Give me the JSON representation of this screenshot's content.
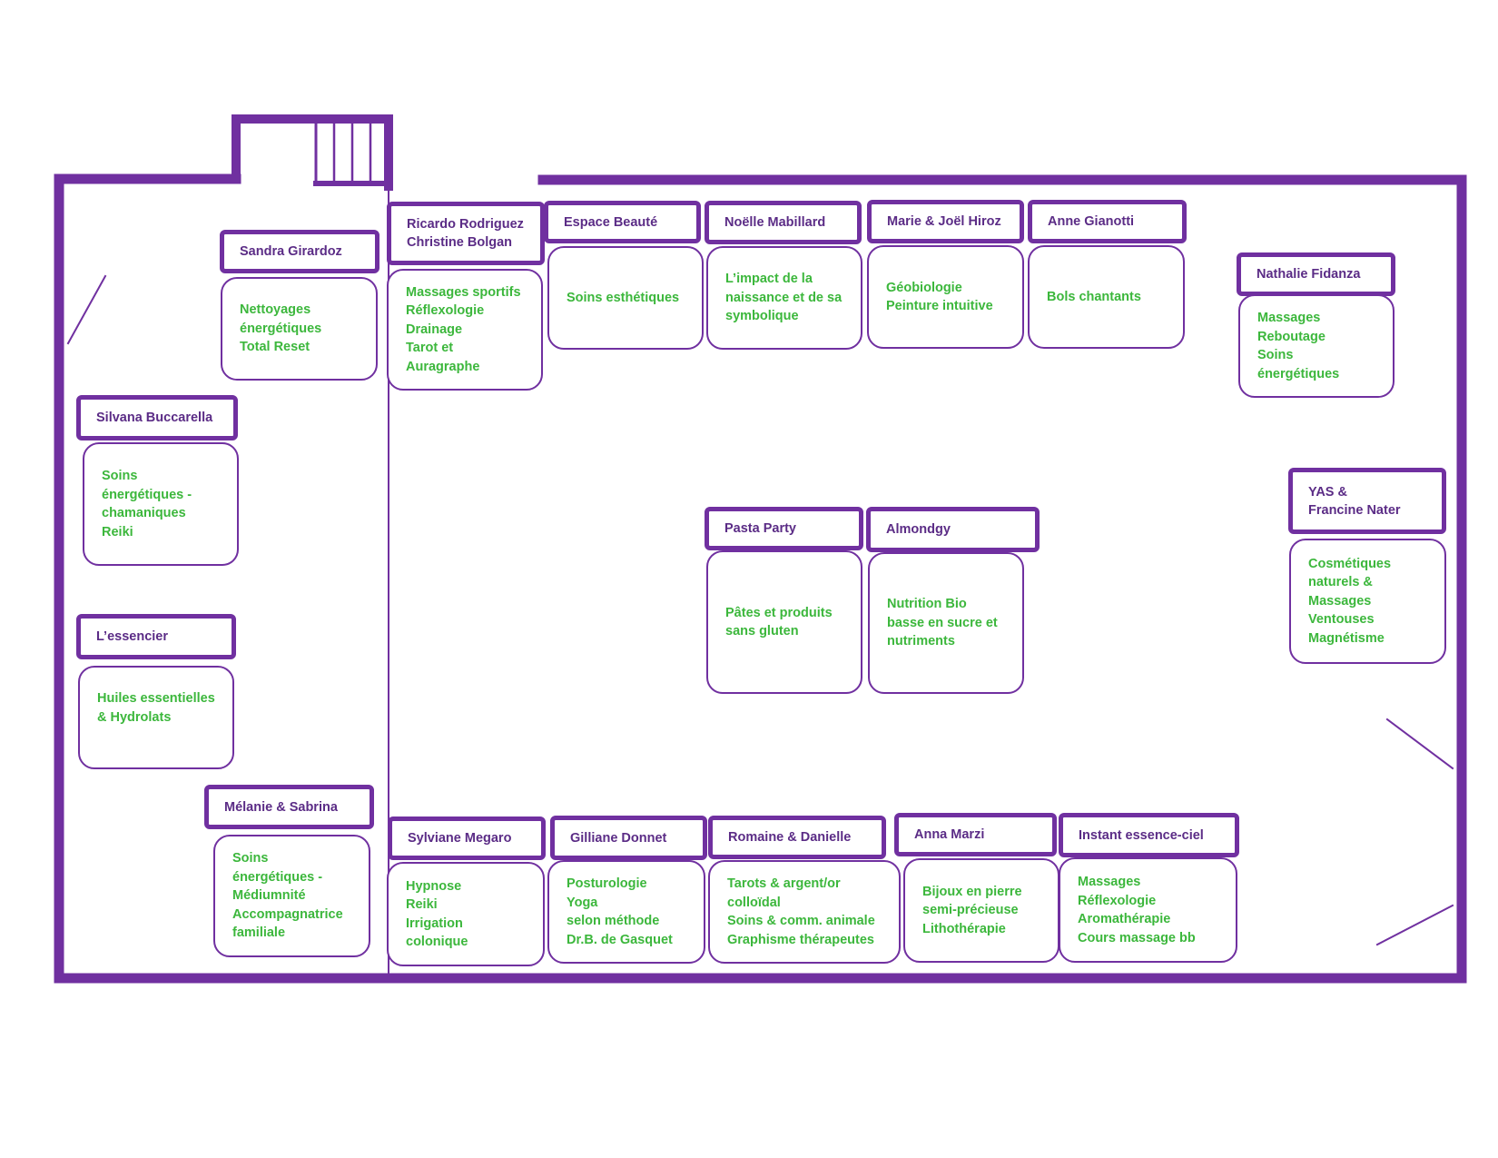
{
  "colors": {
    "wall": "#7030a0",
    "name_text": "#5b2c86",
    "desc_text": "#3cb73c"
  },
  "stands": {
    "sandra": {
      "name": "Sandra Girardoz",
      "desc": "Nettoyages\nénergétiques\nTotal Reset"
    },
    "silvana": {
      "name": "Silvana Buccarella",
      "desc": "Soins\nénergétiques -\nchamaniques\nReiki"
    },
    "essencier": {
      "name": "L’essencier",
      "desc": "Huiles essentielles\n& Hydrolats"
    },
    "melanie": {
      "name": "Mélanie & Sabrina",
      "desc": "Soins\nénergétiques -\nMédiumnité\nAccompagnatrice\nfamiliale"
    },
    "ricardo": {
      "name": "Ricardo Rodriguez\nChristine Bolgan",
      "desc": "Massages sportifs\nRéflexologie\nDrainage\nTarot et\nAuragraphe"
    },
    "espace": {
      "name": "Espace Beauté",
      "desc": "Soins esthétiques"
    },
    "noelle": {
      "name": "Noëlle Mabillard",
      "desc": "L’impact de la\nnaissance et de sa\nsymbolique"
    },
    "marie": {
      "name": "Marie & Joël Hiroz",
      "desc": "Géobiologie\nPeinture intuitive"
    },
    "anne": {
      "name": "Anne Gianotti",
      "desc": "Bols chantants"
    },
    "nathalie": {
      "name": "Nathalie Fidanza",
      "desc": "Massages\nReboutage\nSoins\nénergétiques"
    },
    "yas": {
      "name": "YAS &\nFrancine Nater",
      "desc": "Cosmétiques\nnaturels &\nMassages\nVentouses\nMagnétisme"
    },
    "pasta": {
      "name": "Pasta Party",
      "desc": "Pâtes et produits\nsans gluten"
    },
    "almondgy": {
      "name": "Almondgy",
      "desc": "Nutrition Bio\nbasse en sucre et\nnutriments"
    },
    "sylviane": {
      "name": "Sylviane Megaro",
      "desc": "Hypnose\nReiki\nIrrigation\ncolonique"
    },
    "gilliane": {
      "name": "Gilliane Donnet",
      "desc": "Posturologie\nYoga\nselon  méthode\nDr.B. de Gasquet"
    },
    "romaine": {
      "name": "Romaine & Danielle",
      "desc": "Tarots & argent/or\ncolloïdal\nSoins  & comm. animale\nGraphisme thérapeutes"
    },
    "anna": {
      "name": "Anna Marzi",
      "desc": "Bijoux en pierre\nsemi-précieuse\nLithothérapie"
    },
    "instant": {
      "name": "Instant essence-ciel",
      "desc": "Massages\nRéflexologie\nAromathérapie\nCours massage bb"
    }
  }
}
